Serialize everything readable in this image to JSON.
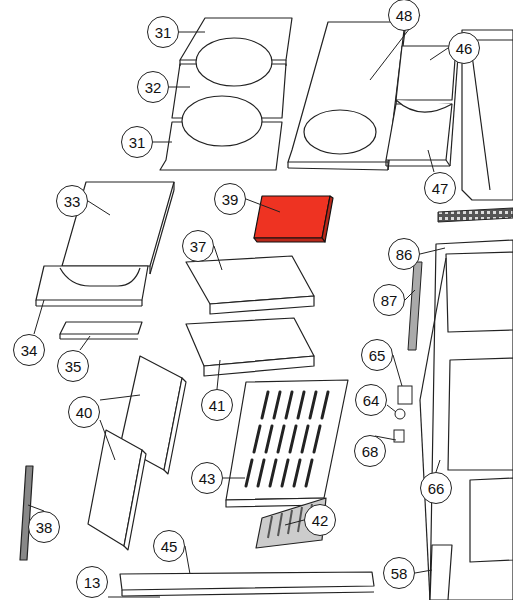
{
  "diagram": {
    "labels": [
      "31",
      "48",
      "46",
      "32",
      "31",
      "47",
      "33",
      "39",
      "37",
      "86",
      "34",
      "87",
      "35",
      "65",
      "64",
      "40",
      "41",
      "68",
      "43",
      "66",
      "38",
      "42",
      "45",
      "58",
      "13"
    ]
  }
}
